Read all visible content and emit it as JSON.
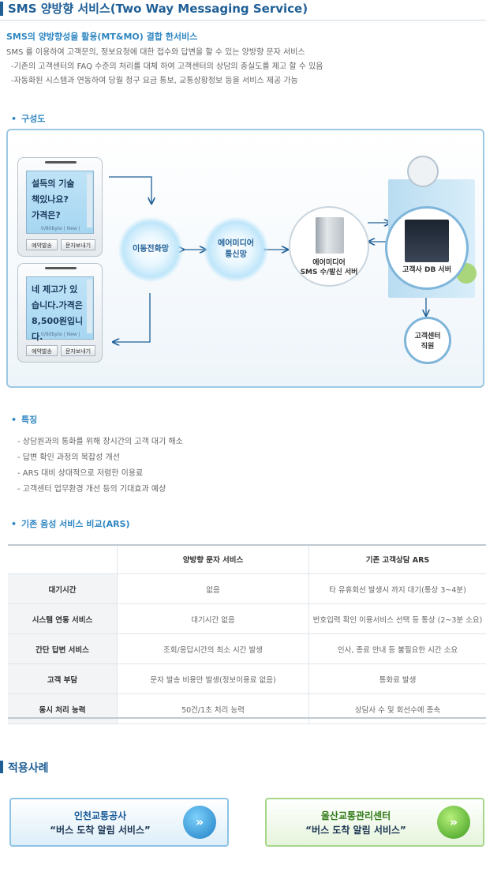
{
  "header": {
    "title": "SMS 양방향 서비스(Two Way Messaging Service)",
    "subtitle": "SMS의 양방향성을 활용(MT&MO) 결합 한서비스",
    "lines": [
      "SMS 를 이용하여 고객문의, 정보요청에 대한 접수와 답변을 할 수 있는 양방향 문자 서비스",
      "-기존의 고객센터의 FAQ 수준의 처리를 대체 하여 고객센터의 상담의 충실도를 제고 할 수 있음",
      "-자동화된 시스템과 연동하여 당월 청구 요금 통보, 교통상황정보 등을 서비스 제공 가능"
    ]
  },
  "diagram": {
    "section_title": "구성도",
    "phone1": {
      "message": "설득의 기술\n책있나요?\n가격은?",
      "meta": "0/80byte | New |",
      "btn_left": "예약발송",
      "btn_right": "문자보내기"
    },
    "phone2": {
      "message": "네 제고가 있\n습니다.가격은\n8,500원입니다.",
      "meta": "0/80byte | New |",
      "btn_left": "예약발송",
      "btn_right": "문자보내기"
    },
    "mobile_network": "이동전화망",
    "air_network_line1": "에어미디어",
    "air_network_line2": "통신망",
    "sms_server_line1": "에어미디어",
    "sms_server_line2": "SMS 수/발신 서버",
    "db_server": "고객사 DB 서버",
    "center_line1": "고객센터",
    "center_line2": "직원",
    "colors": {
      "frame": "#9cc8e3",
      "arrow": "#1f5f96",
      "server_ring": "#7fb5da"
    }
  },
  "features": {
    "section_title": "특징",
    "items": [
      "- 상담원과의 통화를 위해 장시간의 고객 대기 해소",
      "- 답변 확인 과정의 복잡성 개선",
      "- ARS 대비 상대적으로 저렴한 이용료",
      "- 고객센터 업무환경 개선 등의 기대효과 예상"
    ]
  },
  "comparison": {
    "section_title": "기존 음성 서비스 비교(ARS)",
    "headers": [
      "",
      "양방향 문자 서비스",
      "기존 고객상담 ARS"
    ],
    "rows": [
      {
        "label": "대기시간",
        "sms": "없음",
        "ars": "타 유휴회선 발생시 까지 대기(통상 3~4분)"
      },
      {
        "label": "시스템 연동 서비스",
        "sms": "대기시간 없음",
        "ars": "번호입력 확인 이용서비스 선택 등 통상 (2~3분 소요)"
      },
      {
        "label": "간단 답변 서비스",
        "sms": "조회/응답시간의 최소 시간 발생",
        "ars": "인사, 종료 안내 등 불필요한 시간 소요"
      },
      {
        "label": "고객 부담",
        "sms": "문자 발송 비용만 발생(정보이용료 없음)",
        "ars": "통화료 발생"
      },
      {
        "label": "동시 처리 능력",
        "sms": "50건/1초 처리 능력",
        "ars": "상담사 수 및 회선수에 종속"
      }
    ]
  },
  "cases": {
    "section_title": "적용사례",
    "items": [
      {
        "line1": "인천교통공사",
        "line2": "“버스 도착 알림 서비스”",
        "accent": "#1f7fc4"
      },
      {
        "line1": "울산교통관리센터",
        "line2": "“버스 도착 알림 서비스”",
        "accent": "#3c9a1e"
      }
    ]
  }
}
